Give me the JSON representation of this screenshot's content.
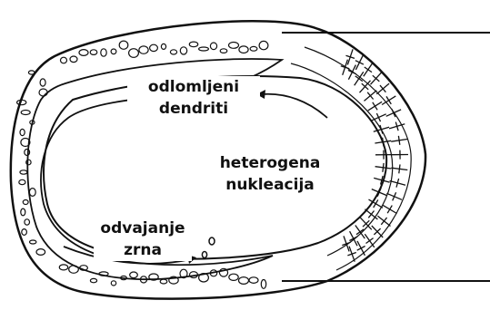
{
  "labels": {
    "fragmented_dendrites": {
      "line1": "odlomljeni",
      "line2": "dendriti"
    },
    "heterogeneous_nucleation": {
      "line1": "heterogena",
      "line2": "nukleacija"
    },
    "grain_detachment": {
      "line1": "odvajanje",
      "line2": "zrna"
    }
  },
  "colors": {
    "ink": "#111111",
    "background": "#ffffff"
  }
}
